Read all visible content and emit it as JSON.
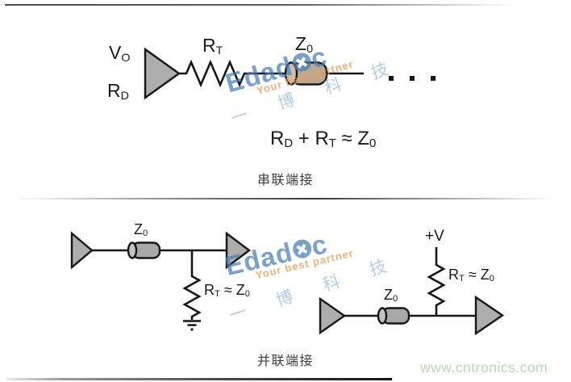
{
  "watermark": {
    "brand_prefix": "Edad",
    "brand_suffix": "c",
    "tagline": "Your best partner",
    "cn_text": "一 博 科 技",
    "brand_color": "#467db9",
    "tagline_color": "#f09852",
    "cn_color": "#a2c0de"
  },
  "series_section": {
    "caption": "串联端接",
    "labels": {
      "vo_main": "V",
      "vo_sub": "O",
      "rd_main": "R",
      "rd_sub": "D",
      "rt_main": "R",
      "rt_sub": "T",
      "z0_main": "Z",
      "z0_sub": "0"
    },
    "formula": {
      "p1": "R",
      "s1": "D",
      "p2": " + R",
      "s2": "T",
      "p3": " ≈ Z",
      "s3": "0"
    }
  },
  "parallel_section": {
    "caption": "并联端接",
    "left_circuit": {
      "z0_main": "Z",
      "z0_sub": "0",
      "rt_p1": "R",
      "rt_s1": "T",
      "rt_p2": " ≈ Z",
      "rt_s2": "0"
    },
    "right_circuit": {
      "supply_label": "+V",
      "z0_main": "Z",
      "z0_sub": "0",
      "rt_p1": "R",
      "rt_s1": "T",
      "rt_p2": " ≈ Z",
      "rt_s2": "0"
    }
  },
  "footer": {
    "url": "www.cntronics.com",
    "url_color": "#b6dbb0"
  },
  "diagram_colors": {
    "wire": "#161616",
    "buffer_fill": "#adadad",
    "cylinder_fill_top": "#bba893",
    "cylinder_fill_bottom": "#a8a8a8"
  }
}
